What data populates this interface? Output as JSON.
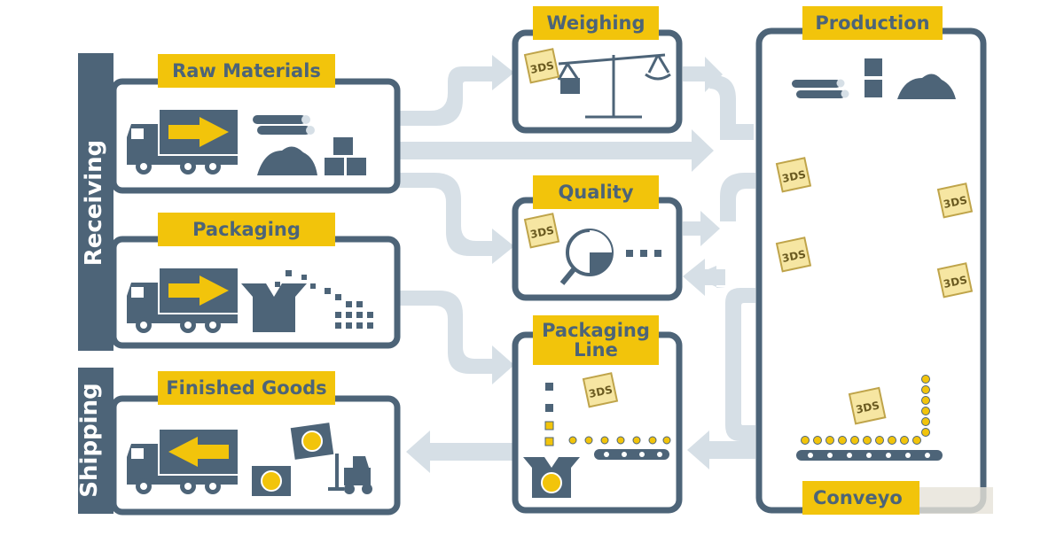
{
  "diagram": {
    "side_labels": {
      "receiving": "Receiving",
      "shipping": "Shipping"
    },
    "boxes": {
      "raw_materials": "Raw Materials",
      "packaging": "Packaging",
      "finished_goods": "Finished Goods",
      "weighing": "Weighing",
      "quality": "Quality",
      "packaging_line": "Packaging\nLine",
      "production": "Production",
      "conveyor": "Conveyo"
    },
    "logo_text": "3DS",
    "colors": {
      "frame": "#4d6478",
      "flow": "#d6dfe6",
      "accent": "#f2c40b",
      "sidebar": "#4d6478"
    },
    "icons": [
      "truck-arrow-in",
      "pipes",
      "pile",
      "boxes",
      "scale",
      "magnifier",
      "open-box",
      "cubes",
      "forklift",
      "conveyor-belt",
      "3ds-logo"
    ]
  }
}
